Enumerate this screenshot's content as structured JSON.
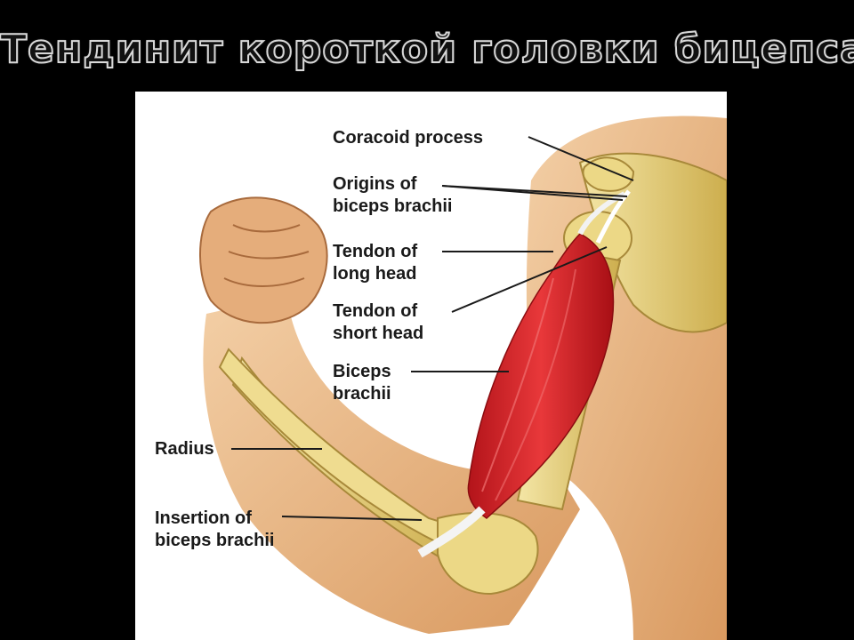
{
  "slide": {
    "title": "Тендинит короткой головки бицепса"
  },
  "labels": {
    "coracoid_process": "Coracoid process",
    "origins_line1": "Origins of",
    "origins_line2": "biceps brachii",
    "tendon_long_line1": "Tendon of",
    "tendon_long_line2": "long head",
    "tendon_short_line1": "Tendon of",
    "tendon_short_line2": "short head",
    "biceps_line1": "Biceps",
    "biceps_line2": "brachii",
    "radius": "Radius",
    "insertion_line1": "Insertion of",
    "insertion_line2": "biceps brachii"
  },
  "colors": {
    "background": "#000000",
    "panel": "#ffffff",
    "skin": "#eab98a",
    "bone": "#e6cf78",
    "muscle": "#d8262a",
    "tendon": "#f2f2f2"
  }
}
